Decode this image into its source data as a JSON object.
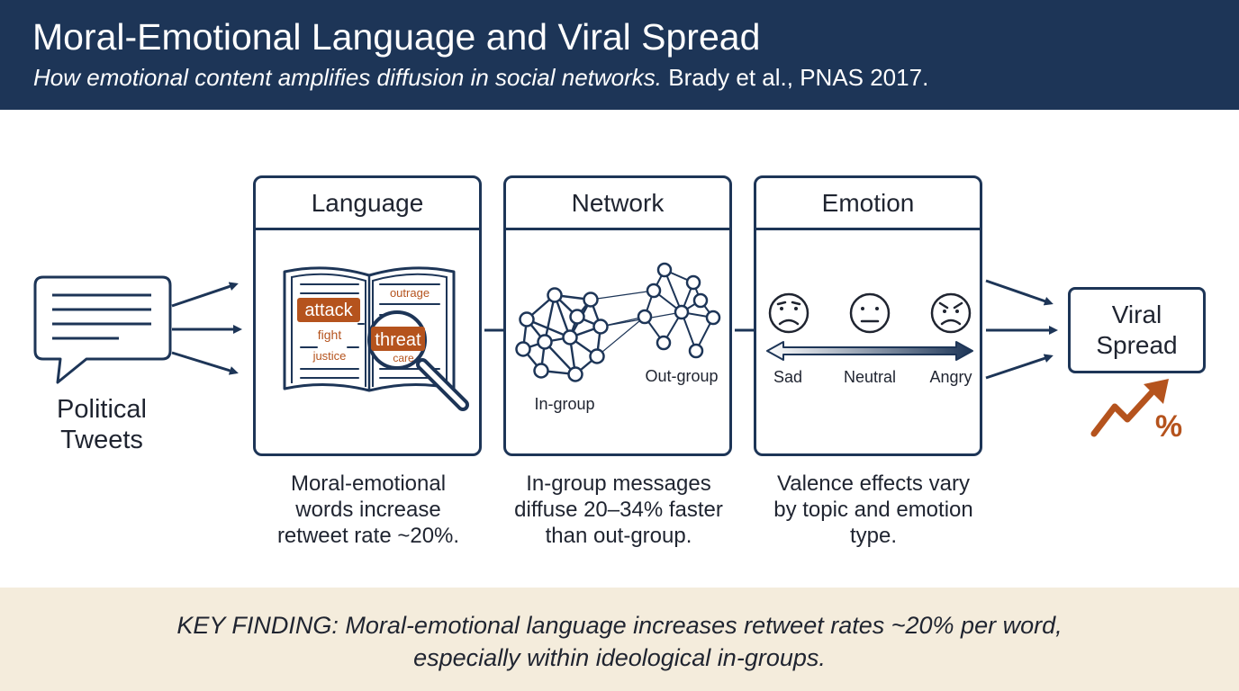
{
  "header": {
    "title": "Moral-Emotional Language and Viral Spread",
    "subtitle_italic": "How emotional content amplifies diffusion in social networks.",
    "subtitle_citation": " Brady et al., PNAS 2017."
  },
  "input": {
    "label": "Political Tweets"
  },
  "panels": [
    {
      "title": "Language",
      "caption": "Moral-emotional words increase retweet rate ~20%.",
      "words": {
        "attack": "attack",
        "outrage": "outrage",
        "fight": "fight",
        "threat": "threat",
        "justice": "justice",
        "care": "care"
      }
    },
    {
      "title": "Network",
      "caption": "In-group messages diffuse 20–34% faster than out-group.",
      "labels": {
        "in_group": "In-group",
        "out_group": "Out-group"
      }
    },
    {
      "title": "Emotion",
      "caption": "Valence effects vary by topic and emotion type.",
      "scale": [
        "Sad",
        "Neutral",
        "Angry"
      ]
    }
  ],
  "output": {
    "label": "Viral Spread",
    "percent_symbol": "%"
  },
  "footer": {
    "finding": "KEY FINDING: Moral-emotional language increases retweet rates ~20% per word, especially within ideological in-groups."
  },
  "colors": {
    "navy": "#1d3557",
    "accent": "#b5531d",
    "footer_bg": "#f4ecdc"
  },
  "icons": [
    "speech-bubble-icon",
    "open-book-icon",
    "magnifier-icon",
    "network-graph-icon",
    "sad-face-icon",
    "neutral-face-icon",
    "angry-face-icon",
    "trend-up-icon"
  ]
}
